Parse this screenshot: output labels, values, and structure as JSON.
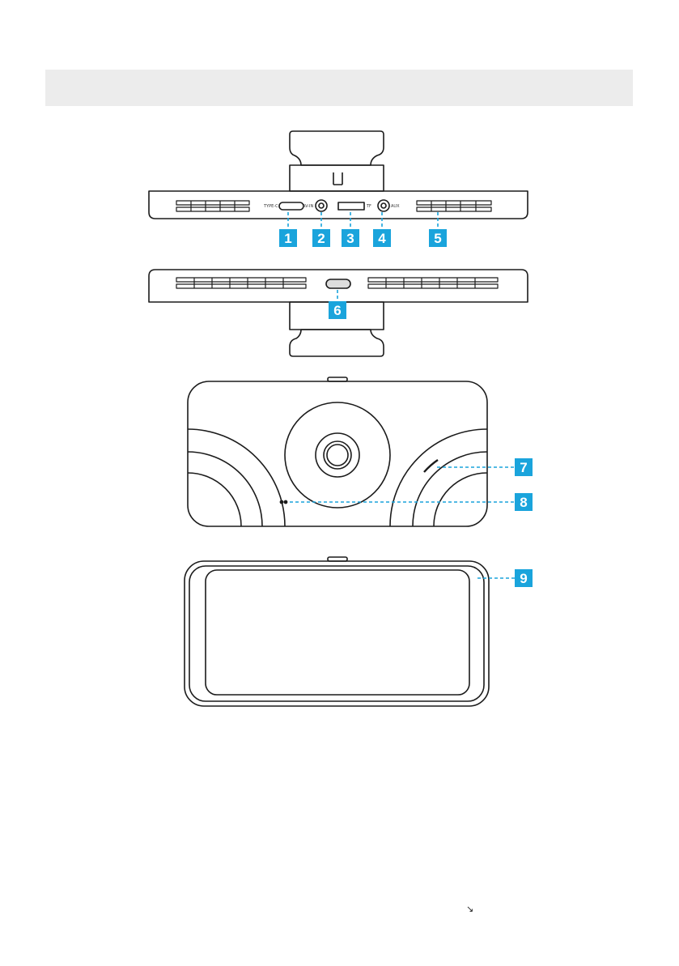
{
  "colors": {
    "callout_fill": "#1aa4dc",
    "callout_text": "#ffffff",
    "line": "#1b1b1b",
    "leader": "#1aa4dc",
    "header_bar": "#ececec"
  },
  "port_labels": {
    "type_c": "TYPE-C",
    "av_in": "AV-IN",
    "tf": "TF",
    "aux": "AUX"
  },
  "callouts": [
    "1",
    "2",
    "3",
    "4",
    "5",
    "6",
    "7",
    "8",
    "9"
  ],
  "corner_glyph": "↘"
}
